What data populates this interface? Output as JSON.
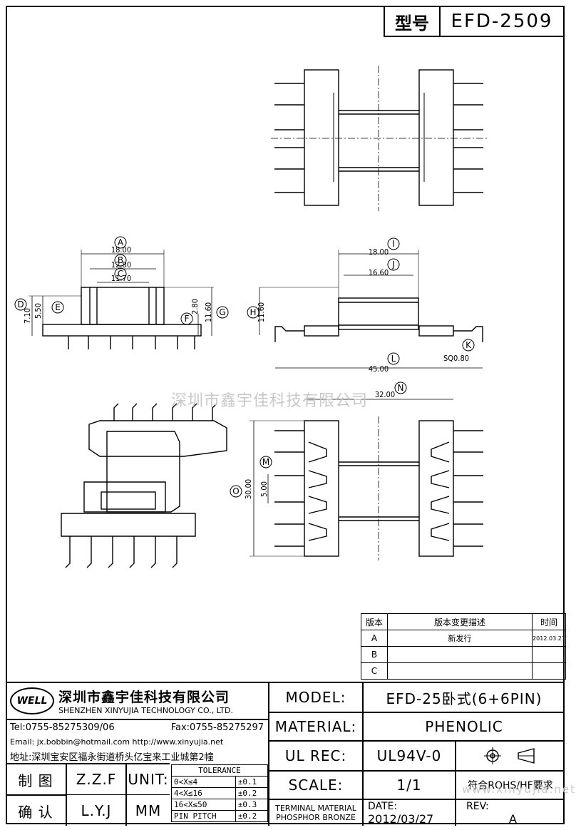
{
  "title": {
    "label": "型号",
    "model": "EFD-2509"
  },
  "dimensions": {
    "A": "18.00",
    "B": "12.80",
    "C": "11.70",
    "D": "7.10",
    "E": "5.50",
    "F": "2.80",
    "G": "11.60",
    "H": "11.60",
    "I": "18.00",
    "J": "16.60",
    "K": "SQ0.80",
    "L": "45.00",
    "M": "5.00",
    "N": "32.00",
    "O": "30.00"
  },
  "watermark": "深圳市鑫宇佳科技有限公司",
  "revision": {
    "headers": [
      "版本",
      "版本变更描述",
      "时间"
    ],
    "rows": [
      {
        "ver": "A",
        "desc": "新发行",
        "date": "2012.03.27"
      },
      {
        "ver": "B",
        "desc": "",
        "date": ""
      },
      {
        "ver": "C",
        "desc": "",
        "date": ""
      }
    ]
  },
  "company": {
    "logo": "WELL",
    "name_cn": "深圳市鑫宇佳科技有限公司",
    "name_en": "SHENZHEN XINYUJIA TECHNOLOGY CO., LTD.",
    "tel": "Tel:0755-85275309/06",
    "fax": "Fax:0755-85275297",
    "email": "Email: jx.bobbin@hotmail.com http://www.xinyujia.net",
    "address": "地址:深圳宝安区福永街道桥头亿宝来工业城第2幢"
  },
  "signoff": {
    "draw_label": "制 图",
    "draw_name": "Z.Z.F",
    "check_label": "确 认",
    "check_name": "L.Y.J",
    "unit_label": "UNIT:",
    "unit_value": "MM"
  },
  "tolerance": {
    "header": "TOLERANCE",
    "rows": [
      [
        "0<X≤4",
        "±0.1"
      ],
      [
        "4<X≤16",
        "±0.2"
      ],
      [
        "16<X≤50",
        "±0.3"
      ],
      [
        "PIN PITCH",
        "±0.2"
      ]
    ]
  },
  "spec": {
    "model_label": "MODEL:",
    "model_value": "EFD-25卧式(6+6PIN)",
    "material_label": "MATERIAL:",
    "material_value": "PHENOLIC",
    "ulrec_label": "UL REC:",
    "ulrec_value": "UL94V-0",
    "scale_label": "SCALE:",
    "scale_value": "1/1",
    "rohs": "符合ROHS/HF要求",
    "terminal_label": "TERMINAL MATERIAL",
    "terminal_value": "PHOSPHOR BRONZE",
    "date_label": "DATE:",
    "date_value": "2012/03/27",
    "rev_label": "REV:",
    "rev_value": "A",
    "website": "www.xinyujia.net"
  }
}
